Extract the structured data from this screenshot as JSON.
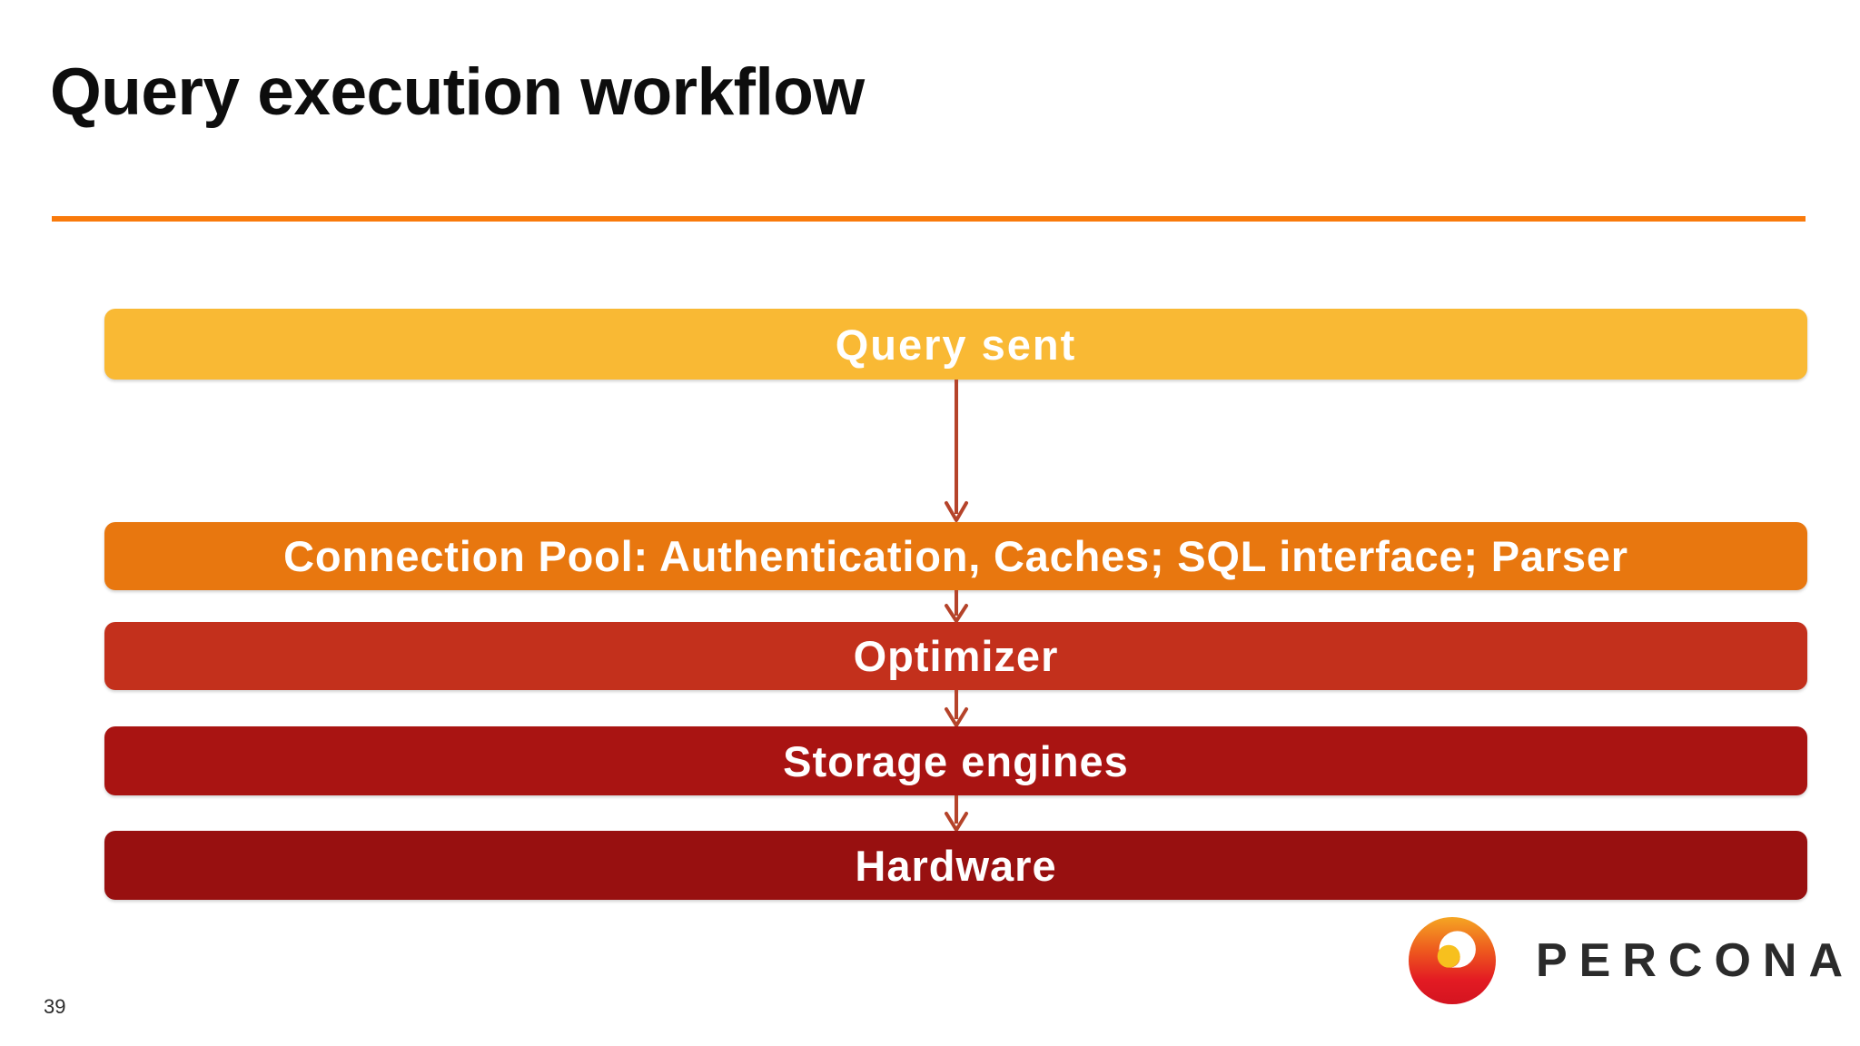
{
  "slide": {
    "title": "Query execution workflow",
    "page_number": "39",
    "accent_color": "#F97A0B",
    "background_color": "#FFFFFF",
    "title_color": "#0D0D0D"
  },
  "diagram": {
    "type": "vertical-flow",
    "arrow_color": "#B5432A",
    "steps": [
      {
        "label": "Query sent",
        "color": "#F9B934",
        "text_color": "#FFFFFF"
      },
      {
        "label": "Connection Pool: Authentication, Caches; SQL interface; Parser",
        "color": "#E8770F",
        "text_color": "#FFFFFF"
      },
      {
        "label": "Optimizer",
        "color": "#C3301C",
        "text_color": "#FFFFFF"
      },
      {
        "label": "Storage engines",
        "color": "#A91412",
        "text_color": "#FFFFFF"
      },
      {
        "label": "Hardware",
        "color": "#981010",
        "text_color": "#FFFFFF"
      }
    ],
    "connectors": [
      {
        "from": "Query sent",
        "to": "Connection Pool: Authentication, Caches; SQL interface; Parser"
      },
      {
        "from": "Connection Pool: Authentication, Caches; SQL interface; Parser",
        "to": "Optimizer"
      },
      {
        "from": "Optimizer",
        "to": "Storage engines"
      },
      {
        "from": "Storage engines",
        "to": "Hardware"
      }
    ]
  },
  "logo": {
    "wordmark": "PERCONA",
    "mark_colors": {
      "top": "#F5A623",
      "bottom": "#E31B23",
      "dot": "#F7C01E"
    }
  }
}
